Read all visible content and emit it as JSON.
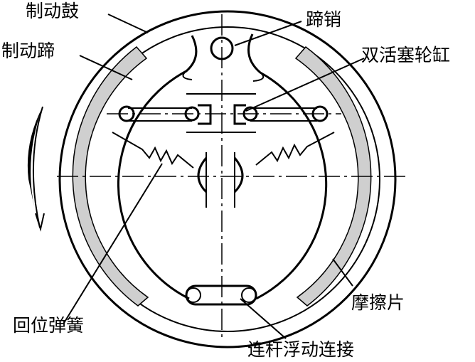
{
  "labels": {
    "drum": "制动鼓",
    "shoe": "制动蹄",
    "anchor_pin": "蹄销",
    "cylinder": "双活塞轮缸",
    "spring": "回位弹簧",
    "lining": "摩擦片",
    "link": "连杆浮动连接"
  }
}
